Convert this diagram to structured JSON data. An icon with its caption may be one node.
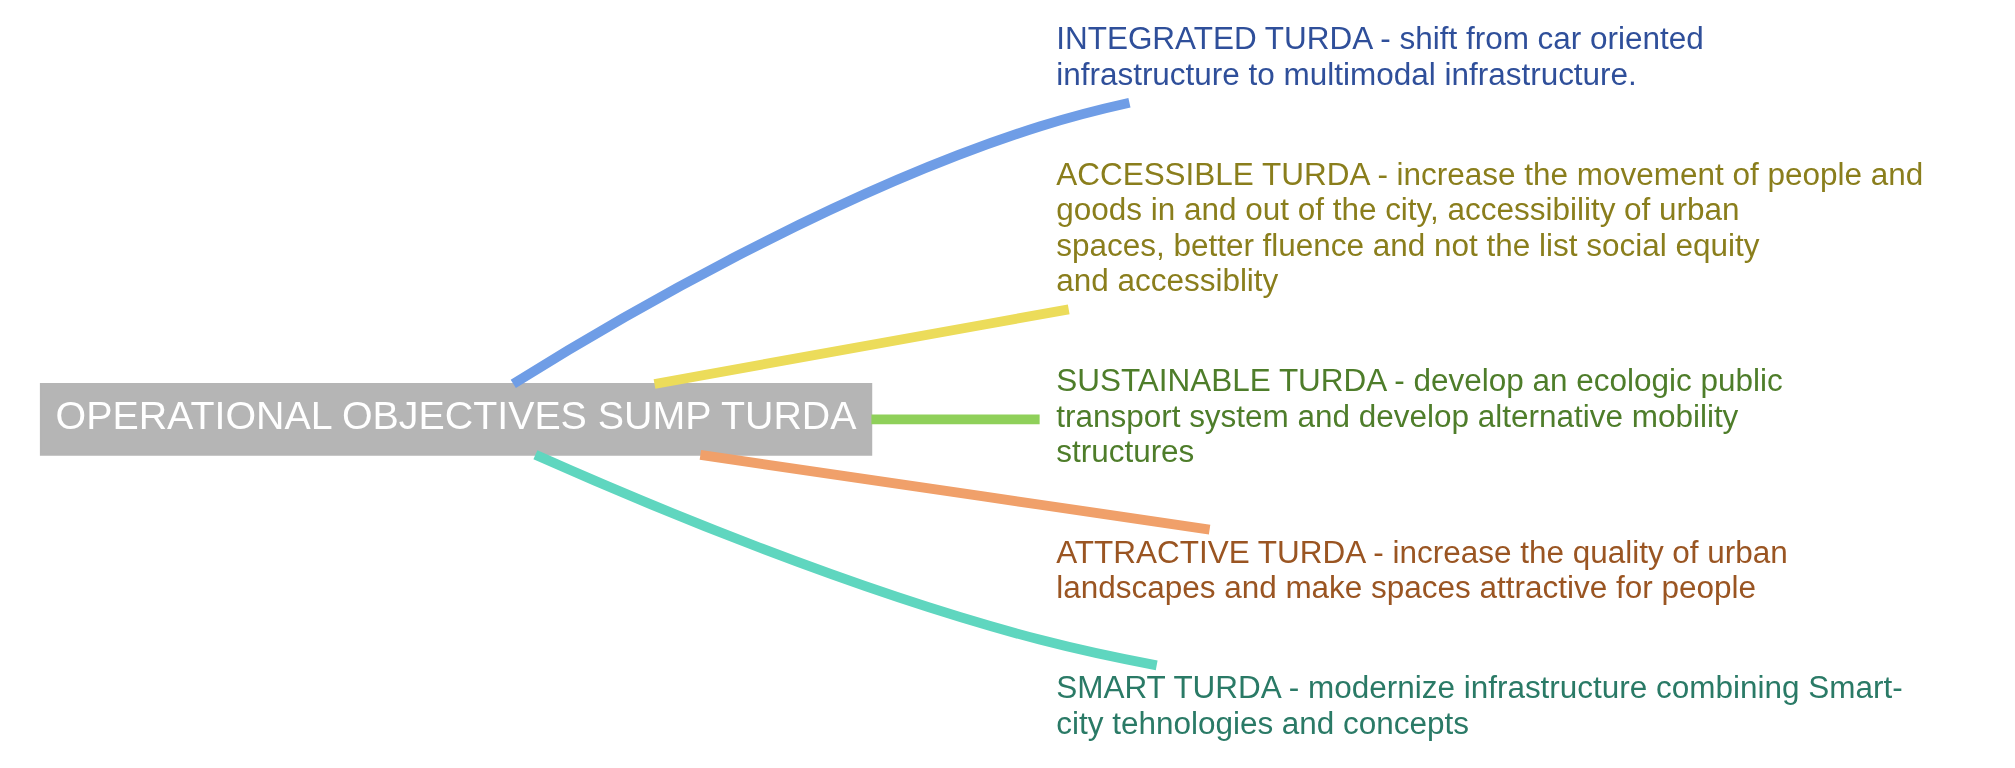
{
  "diagram": {
    "nodes": [
      {
        "text": [
          "OPERATIONAL OBJECTIVES SUMP TURDA"
        ]
      },
      {
        "text": [
          "INTEGRATED TURDA - shift from car oriented infrastructure to multimodal infrastructure."
        ]
      },
      {
        "text": [
          "ACCESSIBLE TURDA - increase the movement of people and goods in and out of the city, accessibility of urban spaces, better fluence and not the list social equity and accessiblity"
        ]
      },
      {
        "text": [
          "SUSTAINABLE TURDA - develop an ecologic public transport system and develop alternative mobility structures"
        ]
      },
      {
        "text": [
          "ATTRACTIVE TURDA - increase the quality of urban landscapes and make spaces attractive for people"
        ]
      },
      {
        "text": [
          "SMART TURDA - modernize infrastructure combining Smart-city tehnologies and concepts"
        ]
      }
    ],
    "edges": [
      {
        "from": 0,
        "to": 1,
        "arrow": "none",
        "color": "#6f9de6"
      },
      {
        "from": 0,
        "to": 2,
        "arrow": "none",
        "color": "#ecdc5a"
      },
      {
        "from": 0,
        "to": 3,
        "arrow": "none",
        "color": "#8fd05a"
      },
      {
        "from": 0,
        "to": 4,
        "arrow": "none",
        "color": "#f0a06a"
      },
      {
        "from": 0,
        "to": 5,
        "arrow": "none",
        "color": "#5fd6bf"
      }
    ]
  }
}
